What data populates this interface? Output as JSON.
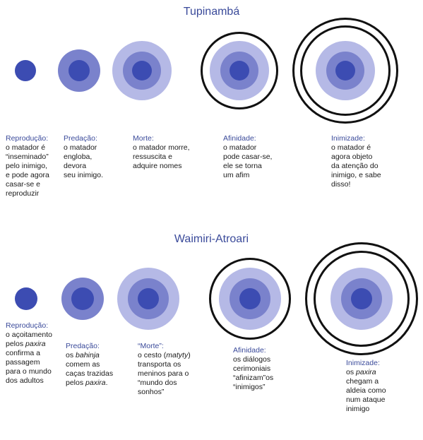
{
  "colors": {
    "ring_outer": "#b5b9e6",
    "ring_mid": "#7a82cc",
    "core": "#3c4cb2",
    "frame": "#111111",
    "title": "#3a4a9a"
  },
  "sections": [
    {
      "title": "Tupinambá",
      "stages": [
        {
          "label": "Reprodução:",
          "text": "o matador é\n“inseminado”\npelo inimigo,\ne pode agora\ncasar-se e\nreproduzir"
        },
        {
          "label": "Predação:",
          "text": "o matador\nengloba,\ndevora\nseu inimigo."
        },
        {
          "label": "Morte:",
          "text": "o matador morre,\nressuscita e\nadquire nomes"
        },
        {
          "label": "Afinidade:",
          "text": "o matador\npode casar-se,\nele se torna\num afim"
        },
        {
          "label": "Inimizade:",
          "text": "o matador é\nagora objeto\nda atenção do\ninimigo, e sabe\ndisso!"
        }
      ]
    },
    {
      "title": "Waimiri-Atroari",
      "stages": [
        {
          "label": "Reprodução:",
          "text": " o açoitamento\npelos paxira\nconfirma a\npassagem\npara o mundo\ndos adultos"
        },
        {
          "label": "Predação:",
          "text": "os bahinja\ncomem as\ncaças trazidas\npelos paxira."
        },
        {
          "label": "“Morte”:",
          "text": "o cesto (matyty)\ntransporta os\nmeninos para o\n“mundo dos\nsonhos”"
        },
        {
          "label": "Afinidade:",
          "text": "os diálogos\ncerimoniais\n“afinizam”os\n“inimigos”"
        },
        {
          "label": "Inimizade:",
          "text": "os paxira\nchegam a\naldeia como\nnum ataque\ninimigo"
        }
      ]
    }
  ]
}
